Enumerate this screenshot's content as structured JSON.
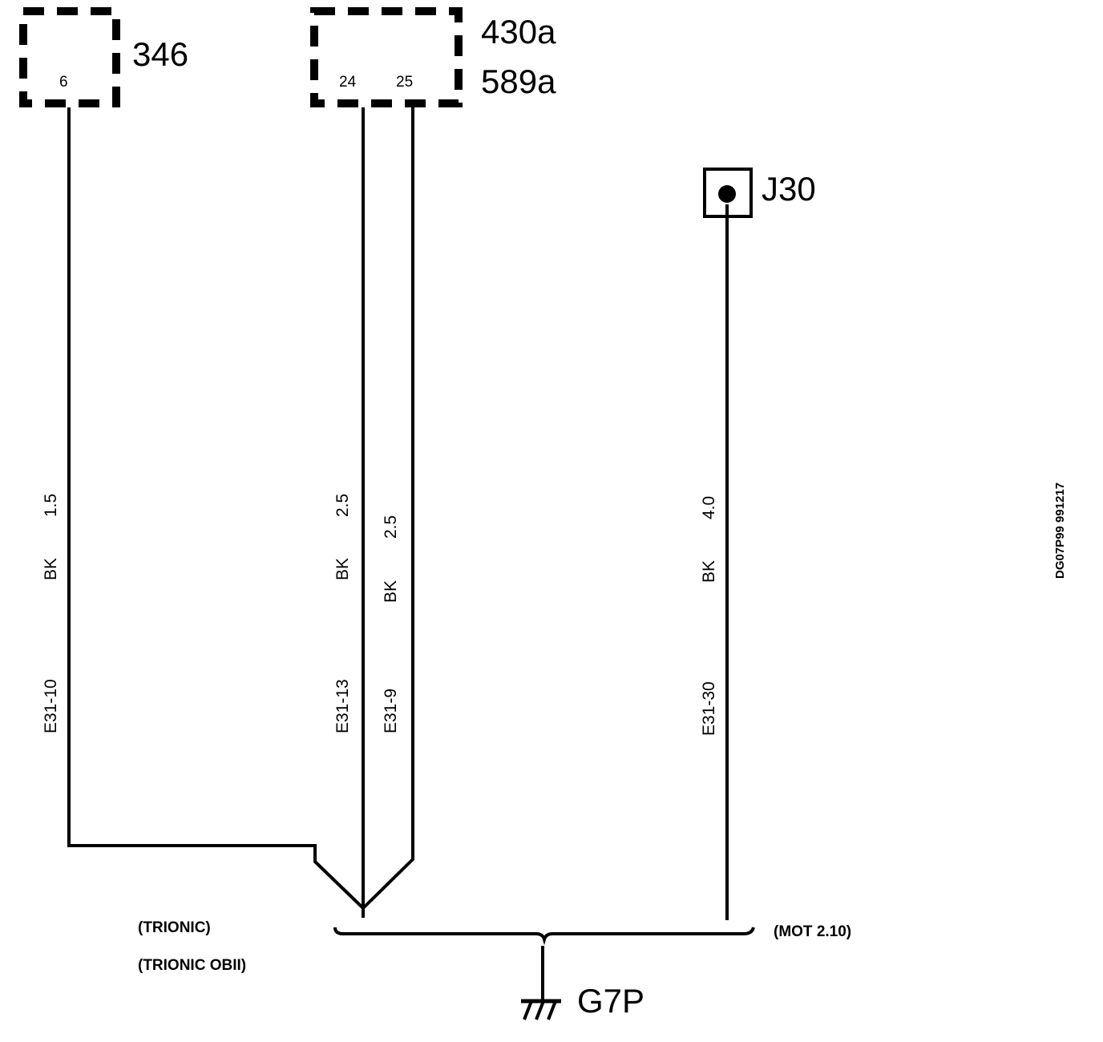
{
  "components": {
    "c346": {
      "label": "346",
      "pin": "6"
    },
    "c430": {
      "label_1": "430a",
      "label_2": "589a",
      "pin_1": "24",
      "pin_2": "25"
    },
    "j30": {
      "label": "J30"
    },
    "ground": {
      "label": "G7P"
    }
  },
  "wires": [
    {
      "id": "E31-10",
      "color": "BK",
      "size": "1.5"
    },
    {
      "id": "E31-13",
      "color": "BK",
      "size": "2.5"
    },
    {
      "id": "E31-9",
      "color": "BK",
      "size": "2.5"
    },
    {
      "id": "E31-30",
      "color": "BK",
      "size": "4.0"
    }
  ],
  "notes": {
    "trionic": "(TRIONIC)",
    "trionic_obd": "(TRIONIC OBII)",
    "mot": "(MOT 2.10)",
    "drawing_code": "DG07P99 991217"
  }
}
